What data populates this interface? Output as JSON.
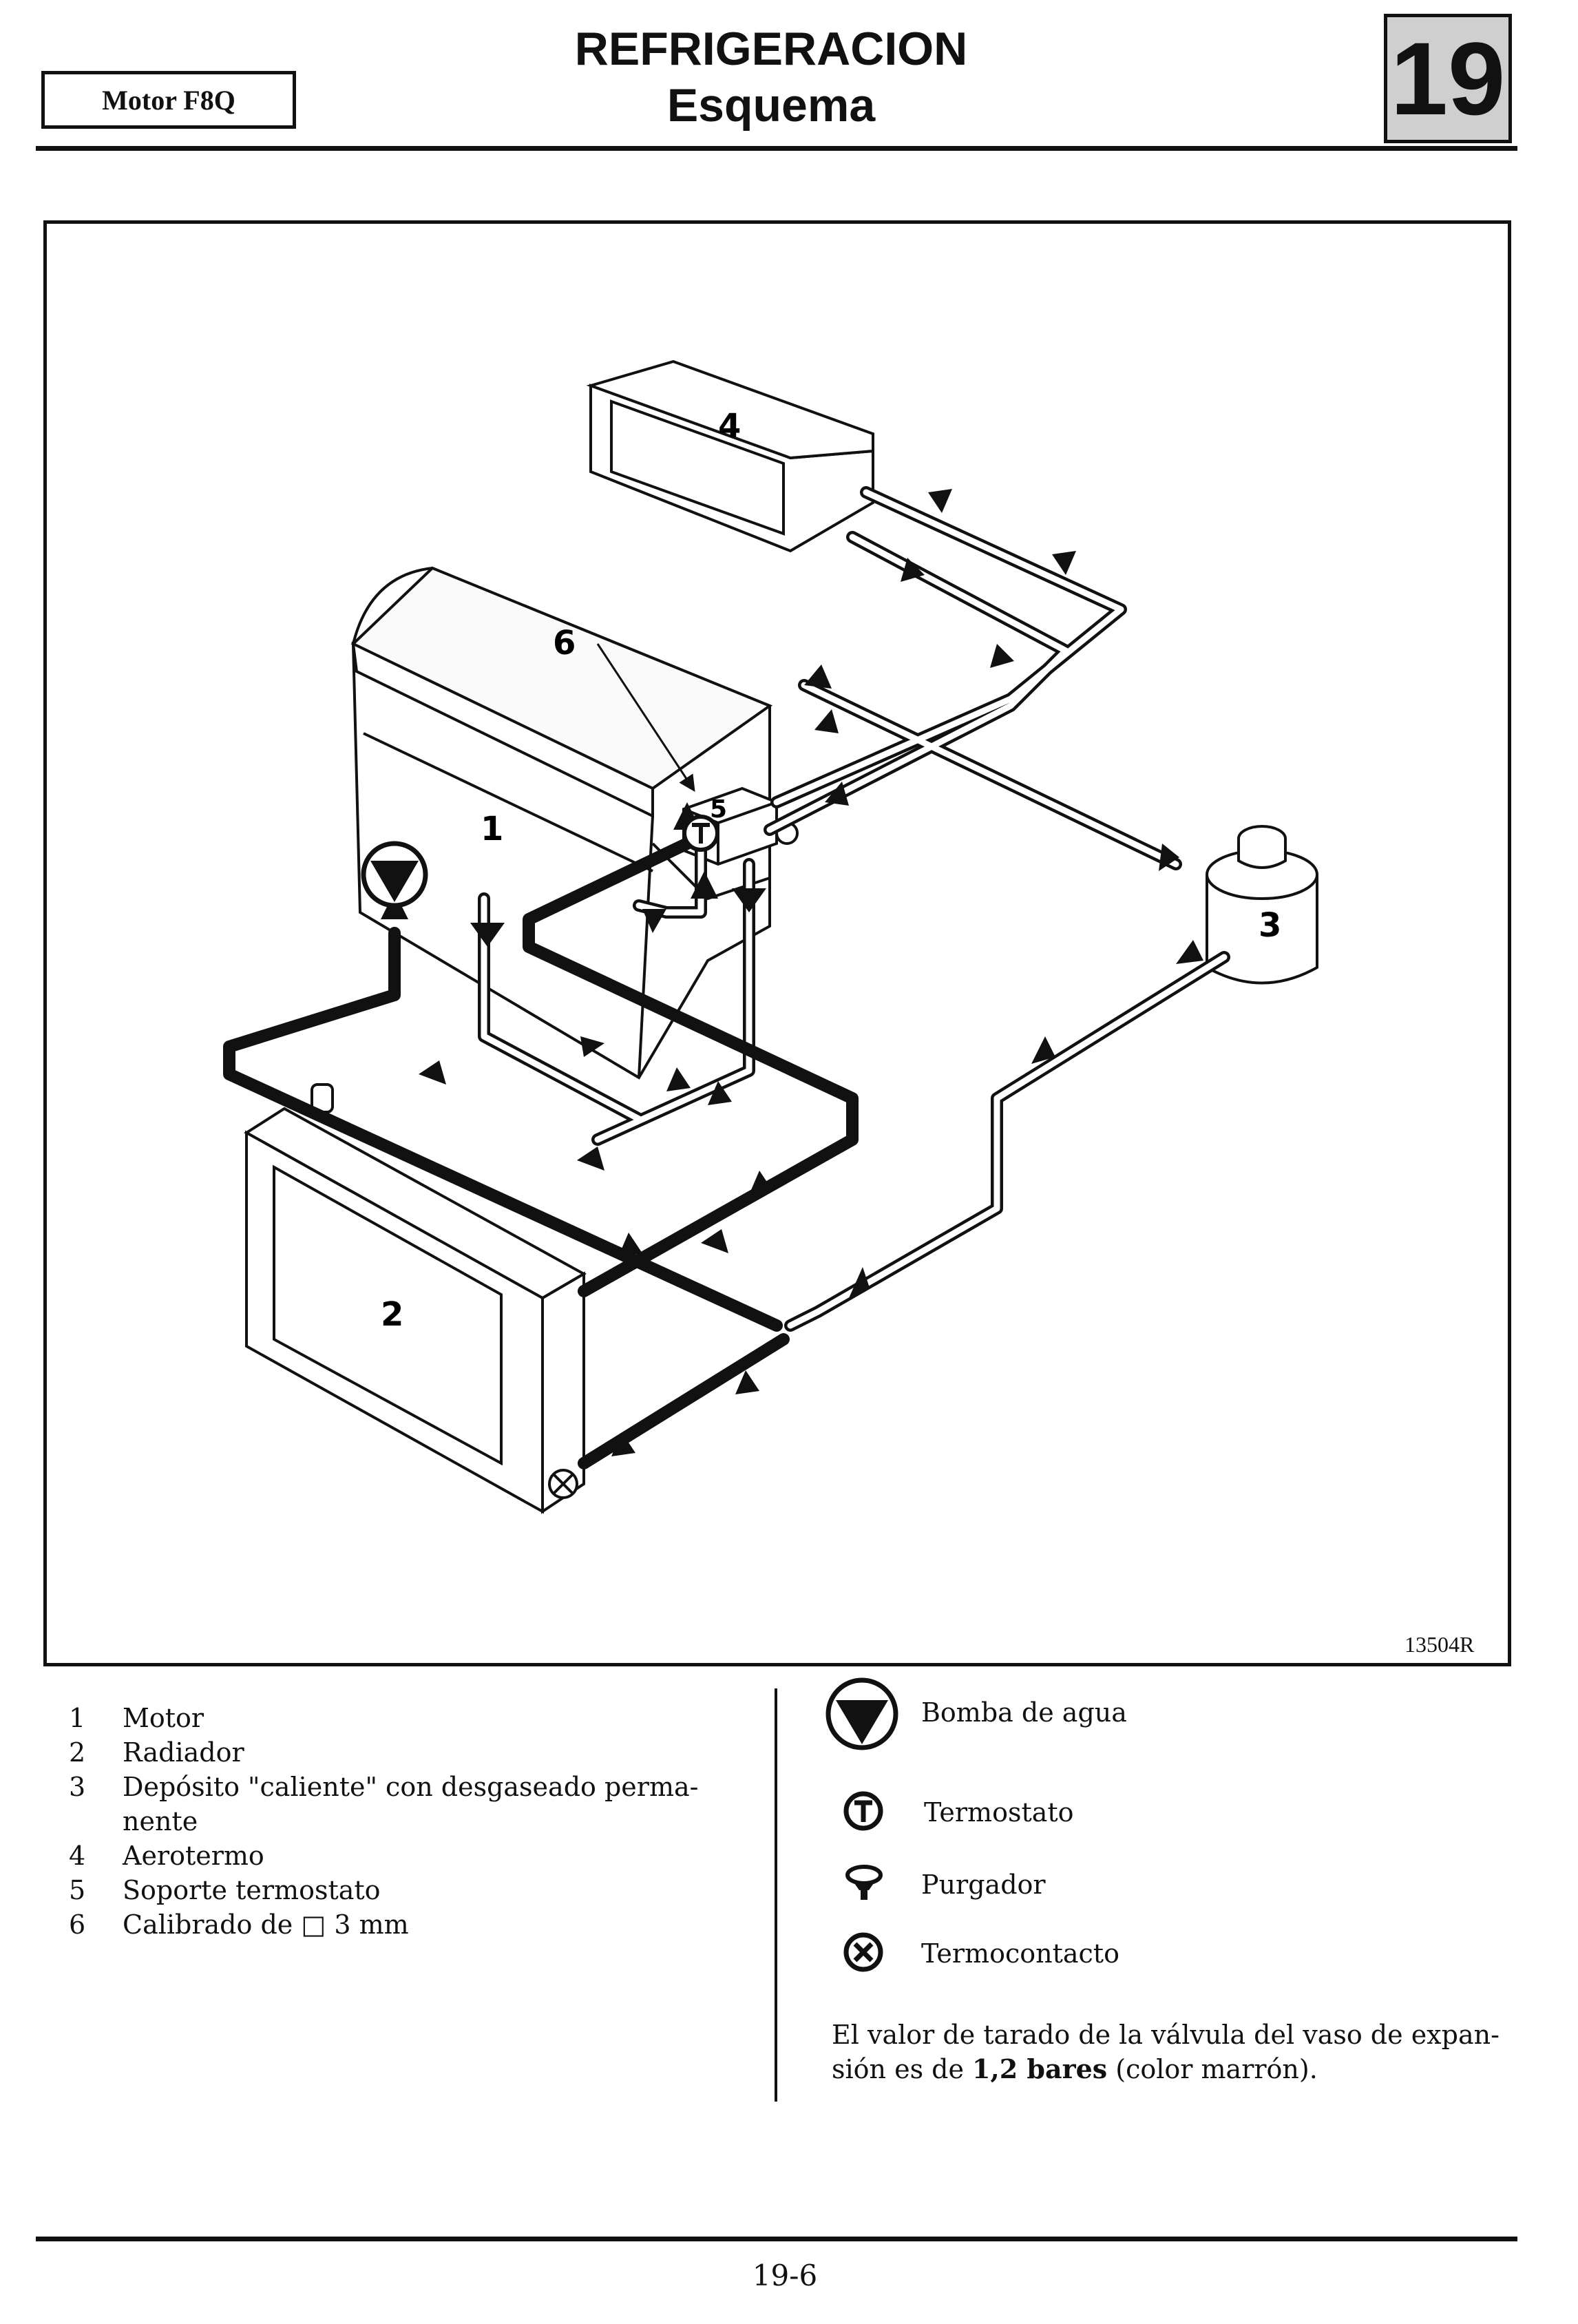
{
  "header": {
    "engine_label": "Motor F8Q",
    "title": "REFRIGERACION",
    "subtitle": "Esquema",
    "chapter_number": "19"
  },
  "figure": {
    "reference": "13504R",
    "callouts": [
      "1",
      "2",
      "3",
      "4",
      "5",
      "6"
    ]
  },
  "legend": {
    "items": [
      {
        "num": "1",
        "text": "Motor"
      },
      {
        "num": "2",
        "text": "Radiador"
      },
      {
        "num": "3",
        "text": "Depósito \"caliente\" con desgaseado perma-"
      },
      {
        "num": "",
        "text": "nente"
      },
      {
        "num": "4",
        "text": "Aerotermo"
      },
      {
        "num": "5",
        "text": "Soporte termostato"
      },
      {
        "num": "6",
        "text": "Calibrado de □ 3 mm"
      }
    ],
    "symbols": [
      {
        "icon": "water-pump-icon",
        "label": "Bomba de agua"
      },
      {
        "icon": "thermostat-icon",
        "label": "Termostato"
      },
      {
        "icon": "bleeder-icon",
        "label": "Purgador"
      },
      {
        "icon": "thermal-switch-icon",
        "label": "Termocontacto"
      }
    ]
  },
  "note": {
    "line1": "El valor de tarado de la válvula del vaso de expan-",
    "line2_prefix": "sión es de ",
    "line2_bold": "1,2 bares",
    "line2_suffix": " (color marrón)."
  },
  "footer": {
    "page_number": "19-6"
  }
}
